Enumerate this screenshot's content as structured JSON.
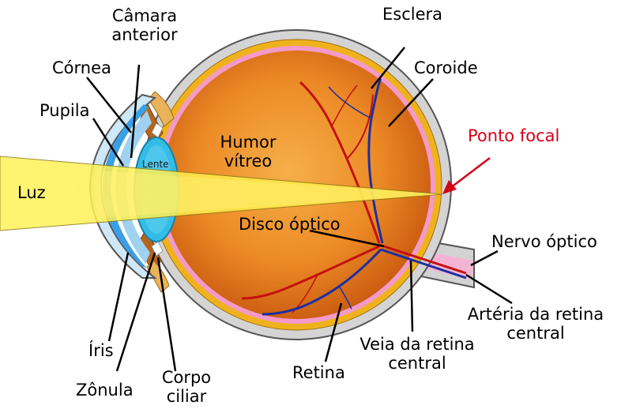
{
  "labels": {
    "camara_line1": "Câmara",
    "camara_line2": "anterior",
    "cornea": "Córnea",
    "pupila": "Pupila",
    "lente": "Lente",
    "humor_line1": "Humor",
    "humor_line2": "vítreo",
    "luz": "Luz",
    "esclera": "Esclera",
    "coroide": "Coroide",
    "ponto_focal": "Ponto focal",
    "disco_optico": "Disco óptico",
    "nervo_optico": "Nervo óptico",
    "arteria_line1": "Artéria da retina",
    "arteria_line2": "central",
    "veia_line1": "Veia da retina",
    "veia_line2": "central",
    "retina": "Retina",
    "iris": "Íris",
    "zonula": "Zônula",
    "corpo_line1": "Corpo",
    "corpo_line2": "ciliar"
  },
  "colors": {
    "sclera": "#d2d2d2",
    "choroid": "#f0b21c",
    "retina": "#f39ac9",
    "vitreous_center": "#f2a03c",
    "vitreous_edge": "#c9590c",
    "cornea_blue": "#3aa0e6",
    "lens": "#33bde6",
    "light_beam": "#fff04a",
    "vessel_red": "#c41010",
    "vessel_blue": "#1d2fa0",
    "focal_arrow": "#d4001a"
  }
}
